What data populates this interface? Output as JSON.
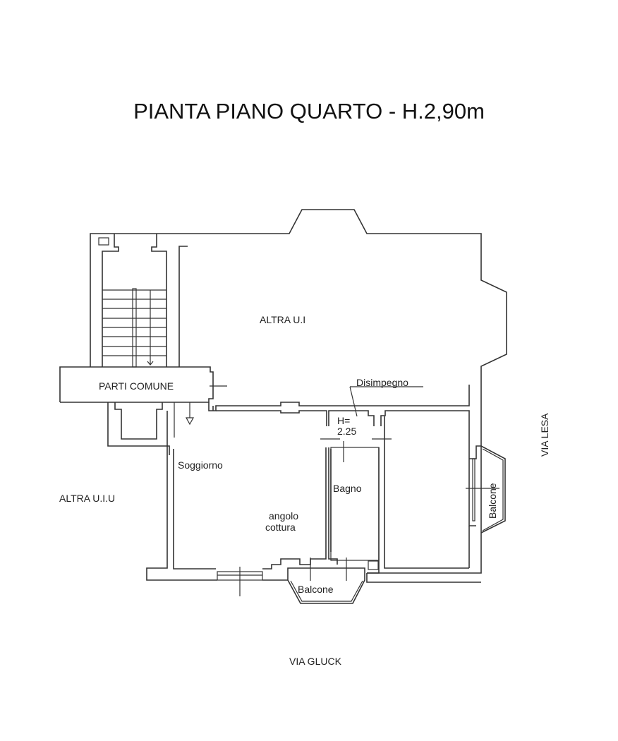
{
  "title": "PIANTA PIANO QUARTO - H.2,90m",
  "rooms": {
    "altra_ui": "ALTRA U.I",
    "parti_comune": "PARTI COMUNE",
    "disimpegno": "Disimpegno",
    "height_label_1": "H=",
    "height_label_2": "2.25",
    "soggiorno": "Soggiorno",
    "angolo_cottura_1": "angolo",
    "angolo_cottura_2": "cottura",
    "bagno": "Bagno",
    "balcone_south": "Balcone",
    "balcone_east": "Balcone",
    "altra_uiu": "ALTRA U.I.U"
  },
  "streets": {
    "south": "VIA GLUCK",
    "east": "VIA LESA"
  },
  "colors": {
    "line": "#333333",
    "background": "#ffffff"
  }
}
